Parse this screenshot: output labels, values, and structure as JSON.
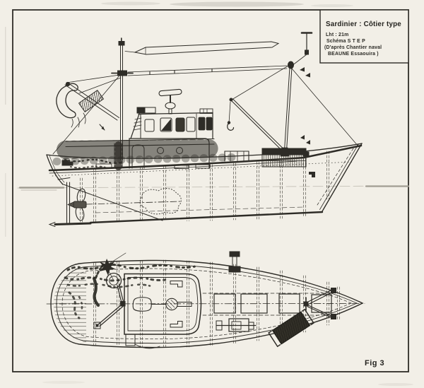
{
  "title_block": {
    "title": "Sardinier : Côtier type",
    "loa": "Lht : 21m",
    "schema": "Schéma S T E P",
    "credit1": "(D'après Chantier naval",
    "credit2": "BEAUNE  Essaouira )"
  },
  "figure_label": "Fig 3",
  "colors": {
    "paper": "#f2efe7",
    "ink": "#2e2c27",
    "water_gray": "#a19d93"
  }
}
